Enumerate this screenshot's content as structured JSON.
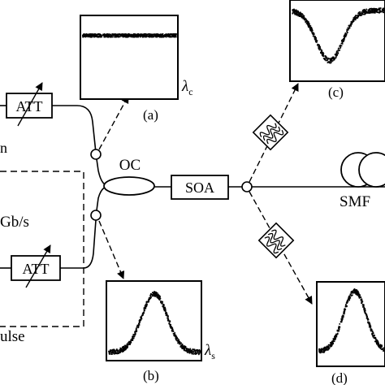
{
  "labels": {
    "att_top": "ATT",
    "att_bottom": "ATT",
    "oc": "OC",
    "soa": "SOA",
    "smf": "SMF",
    "left_fragment_top": "n",
    "left_fragment_rate": "Gb/s",
    "left_fragment_pulse": "ulse",
    "lambda_c": "λ",
    "lambda_c_sub": "c",
    "lambda_s": "λ",
    "lambda_s_sub": "s"
  },
  "panels": {
    "a": "(a)",
    "b": "(b)",
    "c": "(c)",
    "d": "(d)"
  }
}
